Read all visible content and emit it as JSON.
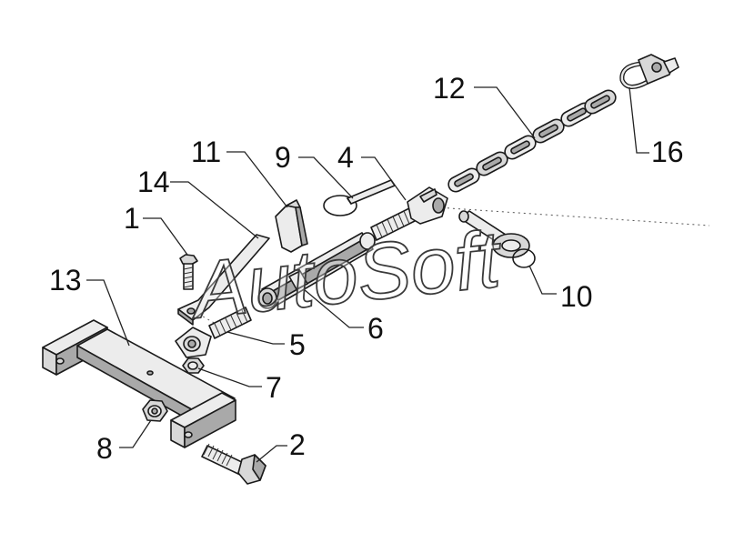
{
  "watermark": "AutoSoft",
  "callouts": [
    "1",
    "2",
    "4",
    "5",
    "6",
    "7",
    "8",
    "9",
    "10",
    "11",
    "12",
    "13",
    "14",
    "16"
  ]
}
